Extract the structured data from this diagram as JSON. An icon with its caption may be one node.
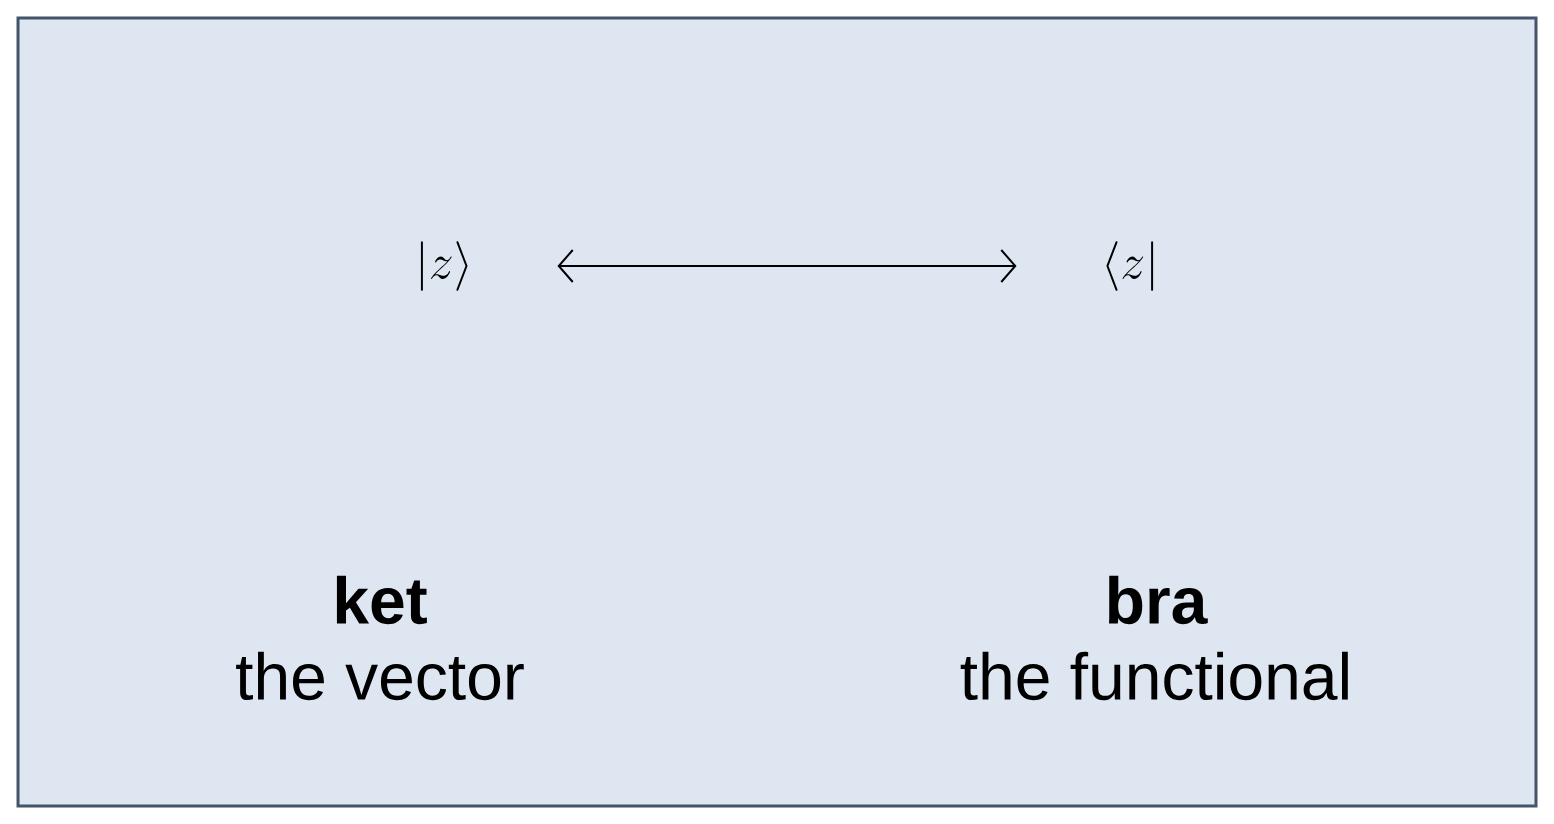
{
  "diagram": {
    "nodes": [
      {
        "text": [
          "|z\\rangle"
        ],
        "beside": [
          "ket",
          "the vector"
        ]
      },
      {
        "text": [
          "\\langle z|"
        ],
        "beside": [
          "bra",
          "the functional"
        ]
      }
    ],
    "edges": [
      {
        "from": 0,
        "to": 1,
        "arrow": "both"
      }
    ]
  }
}
